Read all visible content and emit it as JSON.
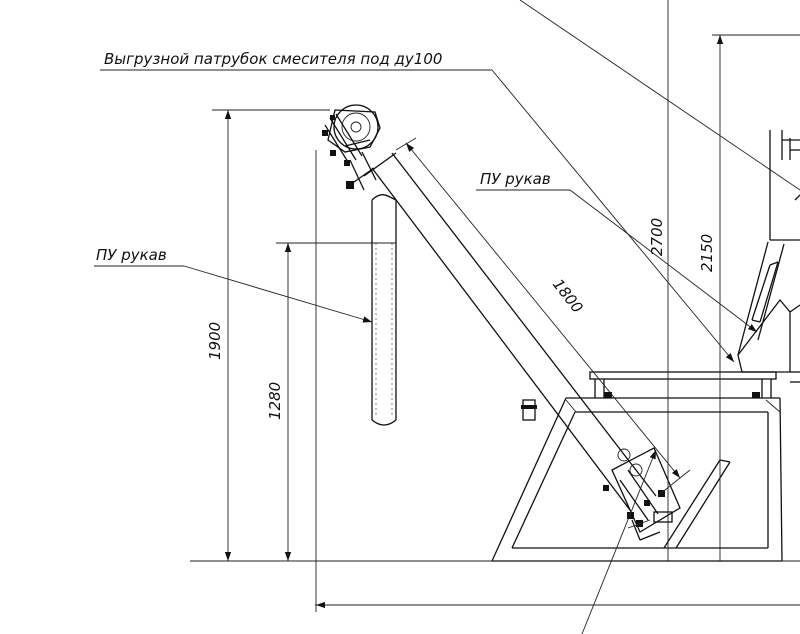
{
  "labels": {
    "mixer_outlet": "Выгрузной патрубок смесителя под ду100",
    "hose_upper": "ПУ рукав",
    "hose_left": "ПУ рукав"
  },
  "dimensions": {
    "d1900": "1900",
    "d1280": "1280",
    "d1800": "1800",
    "d2700": "2700",
    "d2150": "2150"
  }
}
